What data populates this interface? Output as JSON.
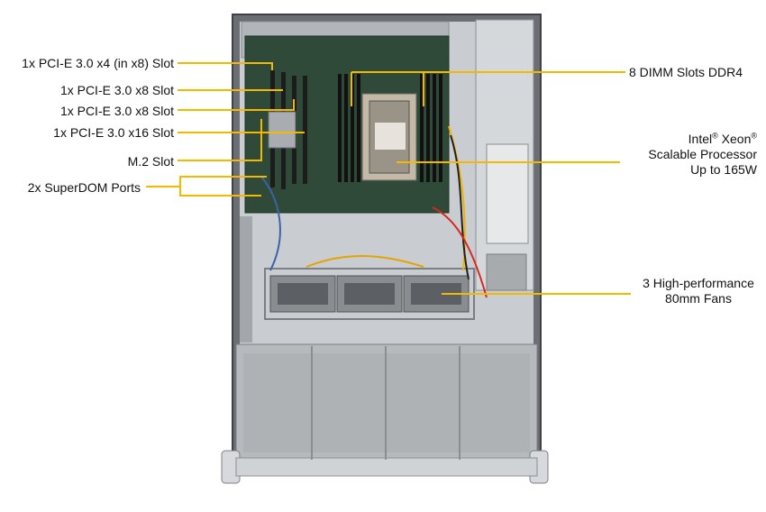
{
  "colors": {
    "callout": "#f5b800",
    "chassis_frame": "#5a5e63",
    "chassis_floor": "#c9ccd0",
    "board": "#2f4a38",
    "fan": "#8a8d90"
  },
  "callouts_left": [
    {
      "text": "1x PCI-E 3.0 x4 (in x8) Slot"
    },
    {
      "text": "1x PCI-E 3.0 x8 Slot"
    },
    {
      "text": "1x PCI-E 3.0 x8 Slot"
    },
    {
      "text": "1x PCI-E 3.0 x16 Slot"
    },
    {
      "text": "M.2 Slot"
    },
    {
      "text": "2x SuperDOM Ports"
    }
  ],
  "callouts_right": {
    "dimm": {
      "text": "8 DIMM Slots DDR4"
    },
    "cpu": {
      "line1_a": "Intel",
      "reg": "®",
      "line1_b": " Xeon",
      "reg2": "®",
      "line2": "Scalable Processor",
      "line3": "Up to 165W"
    },
    "fans": {
      "line1": "3 High-performance",
      "line2": "80mm Fans"
    }
  }
}
